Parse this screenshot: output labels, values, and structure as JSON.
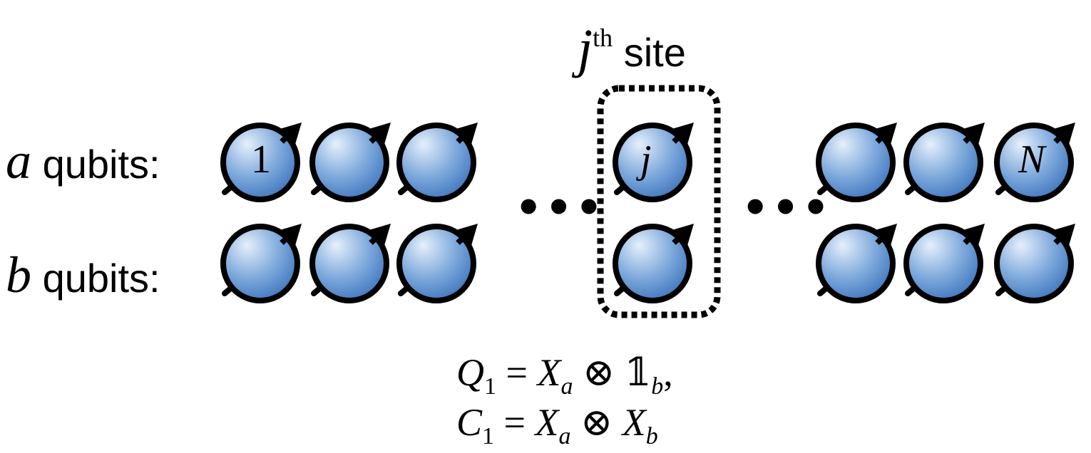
{
  "rows": [
    {
      "variable": "a",
      "label": "qubits:"
    },
    {
      "variable": "b",
      "label": "qubits:"
    }
  ],
  "site_label": {
    "variable": "j",
    "superscript": "th",
    "text": "site"
  },
  "qubit_labels": {
    "first": "1",
    "site": "j",
    "last": "N"
  },
  "ellipsis": "•••",
  "operators": {
    "q1": {
      "name": "Q",
      "index": "1",
      "eq": "=",
      "lhs": "X",
      "lhs_sub": "a",
      "otimes": "⊗",
      "rhs": "𝟙",
      "rhs_sub": "b",
      "end": ","
    },
    "c1": {
      "name": "C",
      "index": "1",
      "eq": "=",
      "lhs": "X",
      "lhs_sub": "a",
      "otimes": "⊗",
      "rhs": "X",
      "rhs_sub": "b",
      "end": ""
    }
  },
  "colors": {
    "qubit_light": "#e6f0fb",
    "qubit_mid": "#7ea9dc",
    "qubit_dark": "#3a72bb",
    "stroke": "#000000"
  }
}
